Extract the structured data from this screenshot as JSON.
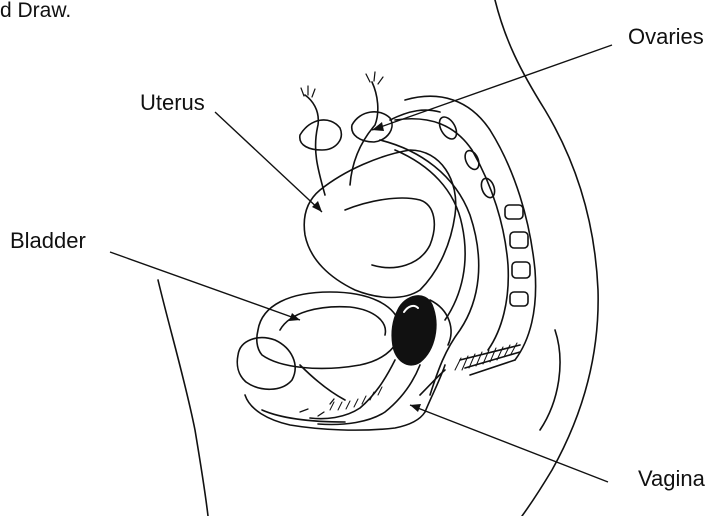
{
  "header": {
    "text": "d Draw."
  },
  "labels": {
    "ovaries": "Ovaries",
    "uterus": "Uterus",
    "bladder": "Bladder",
    "vagina": "Vagina"
  },
  "colors": {
    "ink": "#111111",
    "background": "#ffffff"
  }
}
